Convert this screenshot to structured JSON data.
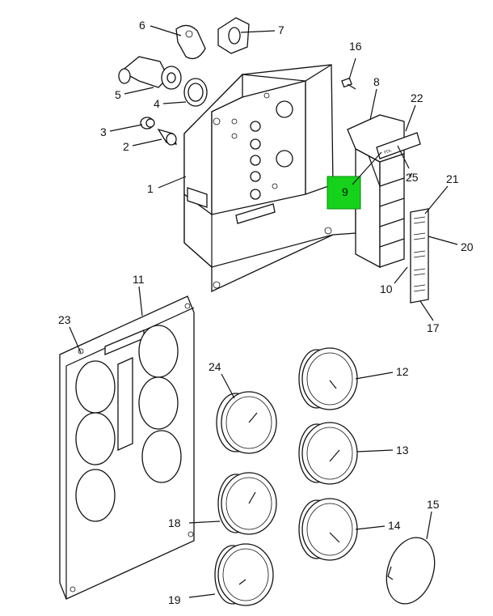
{
  "callouts": {
    "c1": "1",
    "c2": "2",
    "c3": "3",
    "c4": "4",
    "c5": "5",
    "c6": "6",
    "c7": "7",
    "c8": "8",
    "c9": "9",
    "c10": "10",
    "c11": "11",
    "c12": "12",
    "c13": "13",
    "c14": "14",
    "c15": "15",
    "c16": "16",
    "c17": "17",
    "c18": "18",
    "c19": "19",
    "c20": "20",
    "c21": "21",
    "c22": "22",
    "c23": "23",
    "c24": "24",
    "c25": "25"
  },
  "labels": {
    "fdl": "FDL"
  },
  "highlight": {
    "callout": "9",
    "color": "#16d21a"
  }
}
